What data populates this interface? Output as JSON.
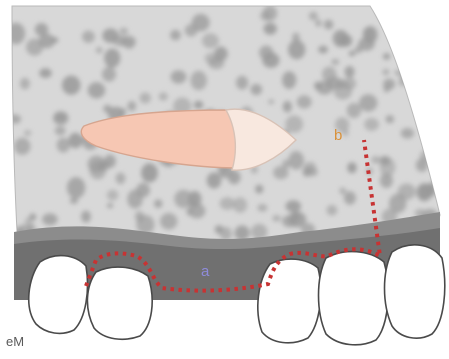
{
  "labels": {
    "a": "a",
    "b": "b"
  },
  "signature": "eM",
  "colors": {
    "bone": "#d8d8d8",
    "trabecular_spots": "#9a9a9a",
    "cortical_band": "#8c8c8c",
    "gingiva": "#6f6f6f",
    "tooth_crown": "#ffffff",
    "impacted_tooth_crown": "#f6c7b3",
    "impacted_tooth_tip": "#f8e8df",
    "dotted_outline": "#c73333",
    "label_a": "#8e8bd9",
    "label_b": "#d9913a"
  }
}
